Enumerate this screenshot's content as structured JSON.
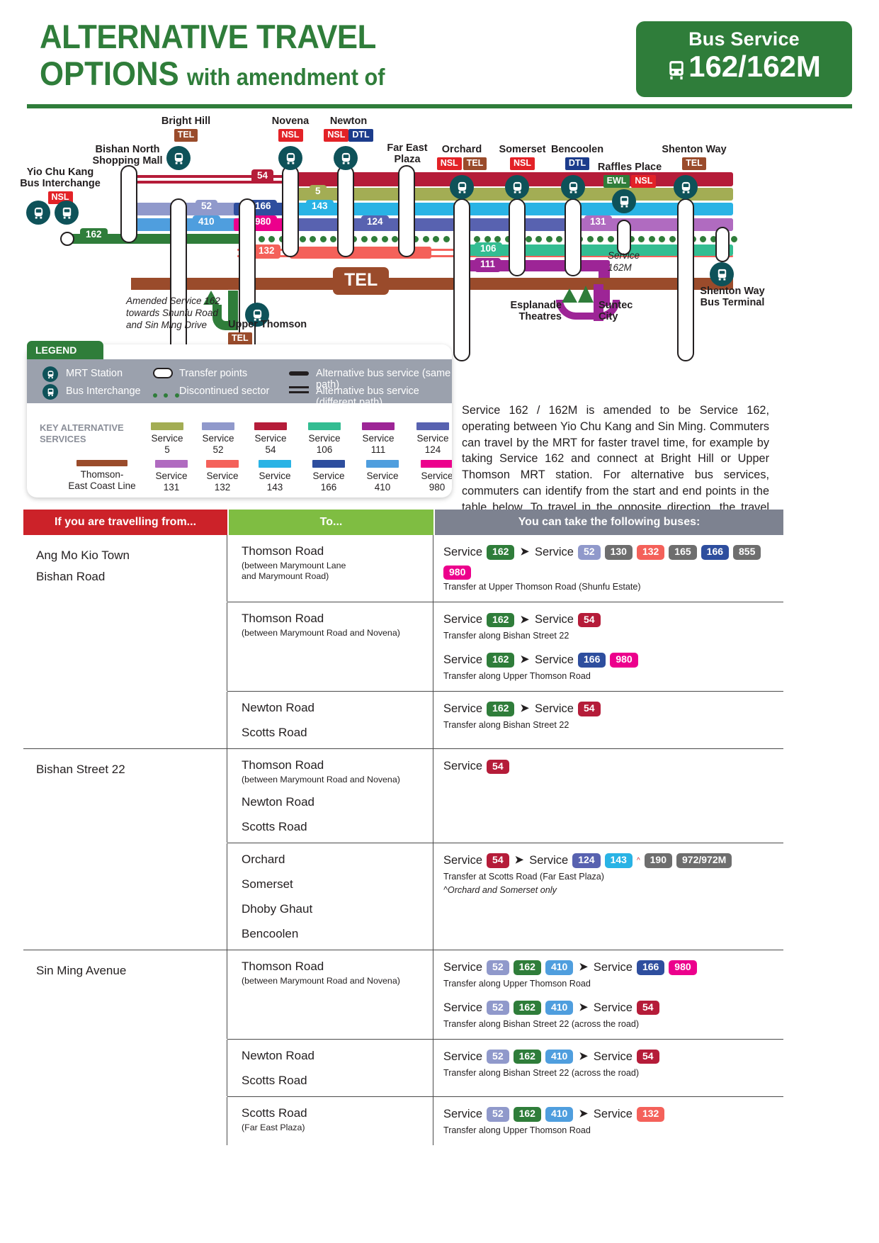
{
  "header": {
    "title_line1": "ALTERNATIVE TRAVEL",
    "title_line2_bold": "OPTIONS",
    "title_line2_rest": "with amendment of",
    "badge_top": "Bus Service",
    "badge_bottom": "162/162M",
    "accent_green": "#2f7d3a"
  },
  "map": {
    "stations": [
      {
        "name": "Yio Chu Kang\nBus Interchange",
        "lines": [
          "NSL"
        ]
      },
      {
        "name": "Bishan North\nShopping Mall",
        "lines": []
      },
      {
        "name": "Bright Hill",
        "lines": [
          "TEL"
        ]
      },
      {
        "name": "Novena",
        "lines": [
          "NSL"
        ]
      },
      {
        "name": "Newton",
        "lines": [
          "NSL",
          "DTL"
        ]
      },
      {
        "name": "Far East\nPlaza",
        "lines": []
      },
      {
        "name": "Orchard",
        "lines": [
          "NSL",
          "TEL"
        ]
      },
      {
        "name": "Somerset",
        "lines": [
          "NSL"
        ]
      },
      {
        "name": "Bencoolen",
        "lines": [
          "DTL"
        ]
      },
      {
        "name": "Raffles Place",
        "lines": [
          "EWL",
          "NSL"
        ]
      },
      {
        "name": "Shenton Way",
        "lines": [
          "TEL"
        ]
      },
      {
        "name": "Shenton Way\nBus Terminal",
        "lines": []
      },
      {
        "name": "Upper Thomson",
        "lines": [
          "TEL"
        ]
      },
      {
        "name": "Esplanade\nTheatres",
        "lines": []
      },
      {
        "name": "Suntec\nCity",
        "lines": []
      }
    ],
    "route_labels": [
      "162",
      "54",
      "5",
      "52",
      "166",
      "143",
      "410",
      "980",
      "124",
      "131",
      "132",
      "106",
      "111"
    ],
    "tel_label": "TEL",
    "service_162m_note": "Service\n162M",
    "amended_note": "Amended Service 162\ntowards Shunfu Road\nand Sin Ming Drive"
  },
  "legend": {
    "tab": "LEGEND",
    "items": [
      {
        "label": "MRT Station",
        "icon": "mrt-icon"
      },
      {
        "label": "Bus Interchange",
        "icon": "bus-icon"
      },
      {
        "label": "Transfer points",
        "icon": "transfer-capsule-icon"
      },
      {
        "label": "Discontinued sector",
        "icon": "dotted-line-icon"
      },
      {
        "label": "Alternative bus service (same path)",
        "icon": "single-line-icon"
      },
      {
        "label": "Alternative bus service (different path)",
        "icon": "double-line-icon"
      }
    ],
    "key_title": "KEY ALTERNATIVE\nSERVICES",
    "services": [
      {
        "label": "Service\n5",
        "color": "#a3ad54"
      },
      {
        "label": "Service\n52",
        "color": "#9099cb"
      },
      {
        "label": "Service\n54",
        "color": "#b51c39"
      },
      {
        "label": "Service\n106",
        "color": "#33bd92"
      },
      {
        "label": "Service\n111",
        "color": "#9d2596"
      },
      {
        "label": "Service\n124",
        "color": "#5862b0"
      },
      {
        "label": "Thomson-\nEast Coast Line",
        "color": "#9a4b2b",
        "wide": true
      },
      {
        "label": "Service\n131",
        "color": "#b06bc0"
      },
      {
        "label": "Service\n132",
        "color": "#f4615a"
      },
      {
        "label": "Service\n143",
        "color": "#29b3e5"
      },
      {
        "label": "Service\n166",
        "color": "#2e4e9e"
      },
      {
        "label": "Service\n410",
        "color": "#4f9ede"
      },
      {
        "label": "Service\n980",
        "color": "#ec008c"
      }
    ]
  },
  "intro": "Service 162 / 162M is amended to be Service 162, operating between Yio Chu Kang and Sin Ming. Commuters can travel by the MRT for faster travel time, for example by taking Service 162 and connect at Bright Hill or Upper Thomson MRT station. For alternative bus services, commuters can identify from the start and end points in the table below. To travel in the opposite direction, the travel option is reversed.",
  "table": {
    "headers": {
      "from": "If you are travelling from...",
      "to": "To...",
      "buses": "You can take the following buses:"
    },
    "groups": [
      {
        "from": [
          "Ang Mo Kio Town",
          "Bishan Road"
        ],
        "rows": [
          {
            "to": [
              {
                "main": "Thomson Road",
                "sub": "(between Marymount Lane\nand Marymount Road)"
              }
            ],
            "options": [
              {
                "segments": [
                  {
                    "word": "Service",
                    "badges": [
                      {
                        "t": "162",
                        "c": "#2f7d3a"
                      }
                    ]
                  },
                  {
                    "word": "Service",
                    "badges": [
                      {
                        "t": "52",
                        "c": "#9099cb"
                      },
                      {
                        "t": "130",
                        "c": "#6e6e6e"
                      },
                      {
                        "t": "132",
                        "c": "#f4615a"
                      },
                      {
                        "t": "165",
                        "c": "#6e6e6e"
                      },
                      {
                        "t": "166",
                        "c": "#2e4e9e"
                      },
                      {
                        "t": "855",
                        "c": "#6e6e6e"
                      },
                      {
                        "t": "980",
                        "c": "#ec008c"
                      }
                    ]
                  }
                ],
                "transfer": "Transfer at Upper Thomson Road (Shunfu Estate)"
              }
            ]
          },
          {
            "to": [
              {
                "main": "Thomson Road",
                "sub": "(between Marymount Road and Novena)"
              }
            ],
            "options": [
              {
                "segments": [
                  {
                    "word": "Service",
                    "badges": [
                      {
                        "t": "162",
                        "c": "#2f7d3a"
                      }
                    ]
                  },
                  {
                    "word": "Service",
                    "badges": [
                      {
                        "t": "54",
                        "c": "#b51c39"
                      }
                    ]
                  }
                ],
                "transfer": "Transfer along Bishan Street 22"
              },
              {
                "segments": [
                  {
                    "word": "Service",
                    "badges": [
                      {
                        "t": "162",
                        "c": "#2f7d3a"
                      }
                    ]
                  },
                  {
                    "word": "Service",
                    "badges": [
                      {
                        "t": "166",
                        "c": "#2e4e9e"
                      },
                      {
                        "t": "980",
                        "c": "#ec008c"
                      }
                    ]
                  }
                ],
                "transfer": "Transfer along Upper Thomson Road"
              }
            ]
          },
          {
            "to": [
              {
                "main": "Newton Road",
                "sub": ""
              },
              {
                "main": "Scotts Road",
                "sub": ""
              }
            ],
            "options": [
              {
                "segments": [
                  {
                    "word": "Service",
                    "badges": [
                      {
                        "t": "162",
                        "c": "#2f7d3a"
                      }
                    ]
                  },
                  {
                    "word": "Service",
                    "badges": [
                      {
                        "t": "54",
                        "c": "#b51c39"
                      }
                    ]
                  }
                ],
                "transfer": "Transfer along Bishan Street 22"
              }
            ]
          }
        ]
      },
      {
        "from": [
          "Bishan Street 22"
        ],
        "rows": [
          {
            "to": [
              {
                "main": "Thomson Road",
                "sub": "(between Marymount Road and Novena)"
              },
              {
                "main": "Newton Road",
                "sub": ""
              },
              {
                "main": "Scotts Road",
                "sub": ""
              }
            ],
            "options": [
              {
                "segments": [
                  {
                    "word": "Service",
                    "badges": [
                      {
                        "t": "54",
                        "c": "#b51c39"
                      }
                    ]
                  }
                ],
                "transfer": ""
              }
            ]
          },
          {
            "to": [
              {
                "main": "Orchard",
                "sub": ""
              },
              {
                "main": "Somerset",
                "sub": ""
              },
              {
                "main": "Dhoby Ghaut",
                "sub": ""
              },
              {
                "main": "Bencoolen",
                "sub": ""
              }
            ],
            "options": [
              {
                "segments": [
                  {
                    "word": "Service",
                    "badges": [
                      {
                        "t": "54",
                        "c": "#b51c39"
                      }
                    ]
                  },
                  {
                    "word": "Service",
                    "badges": [
                      {
                        "t": "124",
                        "c": "#5862b0"
                      },
                      {
                        "t": "143",
                        "c": "#29b3e5",
                        "sup": "^"
                      },
                      {
                        "t": "190",
                        "c": "#6e6e6e"
                      },
                      {
                        "t": "972/972M",
                        "c": "#6e6e6e"
                      }
                    ]
                  }
                ],
                "transfer": "Transfer at Scotts Road (Far East Plaza)",
                "footnote": "^Orchard and Somerset only"
              }
            ]
          }
        ]
      },
      {
        "from": [
          "Sin Ming Avenue"
        ],
        "rows": [
          {
            "to": [
              {
                "main": "Thomson Road",
                "sub": "(between Marymount Road and Novena)"
              }
            ],
            "options": [
              {
                "segments": [
                  {
                    "word": "Service",
                    "badges": [
                      {
                        "t": "52",
                        "c": "#9099cb"
                      },
                      {
                        "t": "162",
                        "c": "#2f7d3a"
                      },
                      {
                        "t": "410",
                        "c": "#4f9ede"
                      }
                    ]
                  },
                  {
                    "word": "Service",
                    "badges": [
                      {
                        "t": "166",
                        "c": "#2e4e9e"
                      },
                      {
                        "t": "980",
                        "c": "#ec008c"
                      }
                    ]
                  }
                ],
                "transfer": "Transfer along Upper Thomson Road"
              },
              {
                "segments": [
                  {
                    "word": "Service",
                    "badges": [
                      {
                        "t": "52",
                        "c": "#9099cb"
                      },
                      {
                        "t": "162",
                        "c": "#2f7d3a"
                      },
                      {
                        "t": "410",
                        "c": "#4f9ede"
                      }
                    ]
                  },
                  {
                    "word": "Service",
                    "badges": [
                      {
                        "t": "54",
                        "c": "#b51c39"
                      }
                    ]
                  }
                ],
                "transfer": "Transfer along Bishan Street 22 (across the road)"
              }
            ]
          },
          {
            "to": [
              {
                "main": "Newton Road",
                "sub": ""
              },
              {
                "main": "Scotts Road",
                "sub": ""
              }
            ],
            "options": [
              {
                "segments": [
                  {
                    "word": "Service",
                    "badges": [
                      {
                        "t": "52",
                        "c": "#9099cb"
                      },
                      {
                        "t": "162",
                        "c": "#2f7d3a"
                      },
                      {
                        "t": "410",
                        "c": "#4f9ede"
                      }
                    ]
                  },
                  {
                    "word": "Service",
                    "badges": [
                      {
                        "t": "54",
                        "c": "#b51c39"
                      }
                    ]
                  }
                ],
                "transfer": "Transfer along Bishan Street 22 (across the road)"
              }
            ]
          },
          {
            "to": [
              {
                "main": "Scotts Road",
                "sub": "(Far East Plaza)"
              }
            ],
            "options": [
              {
                "segments": [
                  {
                    "word": "Service",
                    "badges": [
                      {
                        "t": "52",
                        "c": "#9099cb"
                      },
                      {
                        "t": "162",
                        "c": "#2f7d3a"
                      },
                      {
                        "t": "410",
                        "c": "#4f9ede"
                      }
                    ]
                  },
                  {
                    "word": "Service",
                    "badges": [
                      {
                        "t": "132",
                        "c": "#f4615a"
                      }
                    ]
                  }
                ],
                "transfer": "Transfer along Upper Thomson Road"
              }
            ]
          }
        ]
      }
    ]
  }
}
